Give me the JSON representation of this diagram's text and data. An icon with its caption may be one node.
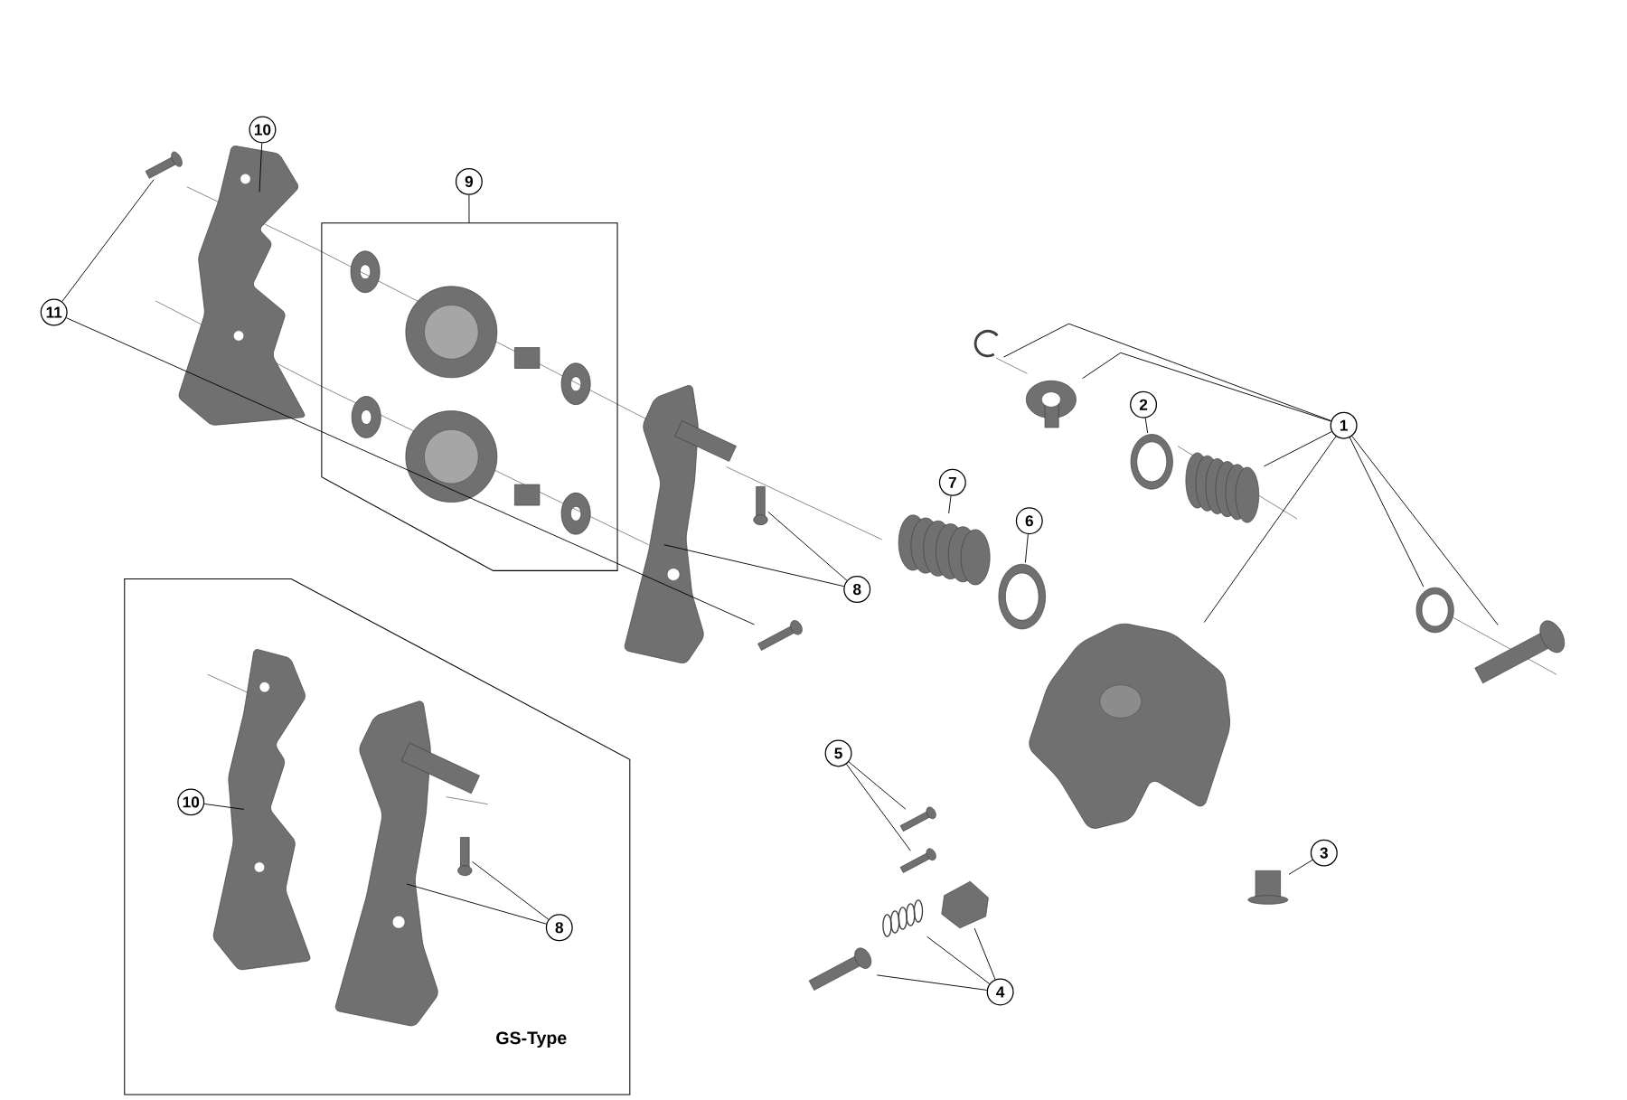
{
  "diagram": {
    "nodes": [
      {
        "text": [
          "10"
        ]
      },
      {
        "text": [
          "9"
        ]
      },
      {
        "text": [
          "11"
        ]
      },
      {
        "text": [
          "2"
        ]
      },
      {
        "text": [
          "1"
        ]
      },
      {
        "text": [
          "7"
        ]
      },
      {
        "text": [
          "6"
        ]
      },
      {
        "text": [
          "8"
        ]
      },
      {
        "text": [
          "5"
        ]
      },
      {
        "text": [
          "3"
        ]
      },
      {
        "text": [
          "4"
        ]
      },
      {
        "text": [],
        "shape": "box"
      },
      {
        "text": [
          "10"
        ],
        "in": 11
      },
      {
        "text": [
          "8"
        ],
        "in": 11
      },
      {
        "text": [],
        "shape": "picture"
      },
      {
        "text": [],
        "shape": "bolt"
      },
      {
        "text": [],
        "shape": "box"
      },
      {
        "text": [],
        "shape": "picture"
      },
      {
        "text": [],
        "shape": "bolt"
      },
      {
        "text": [],
        "shape": "bolt"
      },
      {
        "text": [],
        "shape": "picture"
      },
      {
        "text": [],
        "shape": "picture"
      },
      {
        "text": [],
        "shape": "picture"
      },
      {
        "text": [],
        "shape": "picture"
      },
      {
        "text": [],
        "shape": "picture"
      },
      {
        "text": [],
        "shape": "picture"
      },
      {
        "text": [],
        "shape": "picture"
      },
      {
        "text": [],
        "shape": "picture"
      },
      {
        "text": [],
        "shape": "picture"
      },
      {
        "text": [],
        "shape": "bolt"
      },
      {
        "text": [],
        "shape": "bolt"
      },
      {
        "text": [],
        "shape": "bolt"
      },
      {
        "text": [],
        "shape": "picture"
      },
      {
        "text": [],
        "shape": "picture"
      },
      {
        "text": [],
        "shape": "bolt"
      },
      {
        "text": [],
        "shape": "picture",
        "in": 11
      },
      {
        "text": [],
        "shape": "picture",
        "in": 11
      },
      {
        "text": [],
        "shape": "bolt",
        "in": 11
      }
    ],
    "edges": [
      {
        "from": 0,
        "to": 14,
        "arrow": "none"
      },
      {
        "from": 2,
        "to": 15,
        "arrow": "none"
      },
      {
        "from": 2,
        "to": 19,
        "arrow": "none"
      },
      {
        "from": 1,
        "to": 16,
        "arrow": "none"
      },
      {
        "from": 4,
        "to": 22,
        "arrow": "none"
      },
      {
        "from": 4,
        "to": 23,
        "arrow": "none"
      },
      {
        "from": 4,
        "to": 25,
        "arrow": "none"
      },
      {
        "from": 4,
        "to": 26,
        "arrow": "none"
      },
      {
        "from": 4,
        "to": 27,
        "arrow": "none"
      },
      {
        "from": 4,
        "to": 28,
        "arrow": "none"
      },
      {
        "from": 3,
        "to": 24,
        "arrow": "none"
      },
      {
        "from": 5,
        "to": 20,
        "arrow": "none"
      },
      {
        "from": 6,
        "to": 21,
        "arrow": "none"
      },
      {
        "from": 7,
        "to": 18,
        "arrow": "none"
      },
      {
        "from": 7,
        "to": 17,
        "arrow": "none"
      },
      {
        "from": 8,
        "to": 29,
        "arrow": "none"
      },
      {
        "from": 8,
        "to": 30,
        "arrow": "none"
      },
      {
        "from": 9,
        "to": 31,
        "arrow": "none"
      },
      {
        "from": 10,
        "to": 32,
        "arrow": "none"
      },
      {
        "from": 10,
        "to": 33,
        "arrow": "none"
      },
      {
        "from": 10,
        "to": 34,
        "arrow": "none"
      },
      {
        "from": 12,
        "to": 35,
        "arrow": "none"
      },
      {
        "from": 13,
        "to": 37,
        "arrow": "none"
      },
      {
        "from": 13,
        "to": 36,
        "arrow": "none"
      }
    ],
    "labels": [
      "GS-Type"
    ]
  }
}
